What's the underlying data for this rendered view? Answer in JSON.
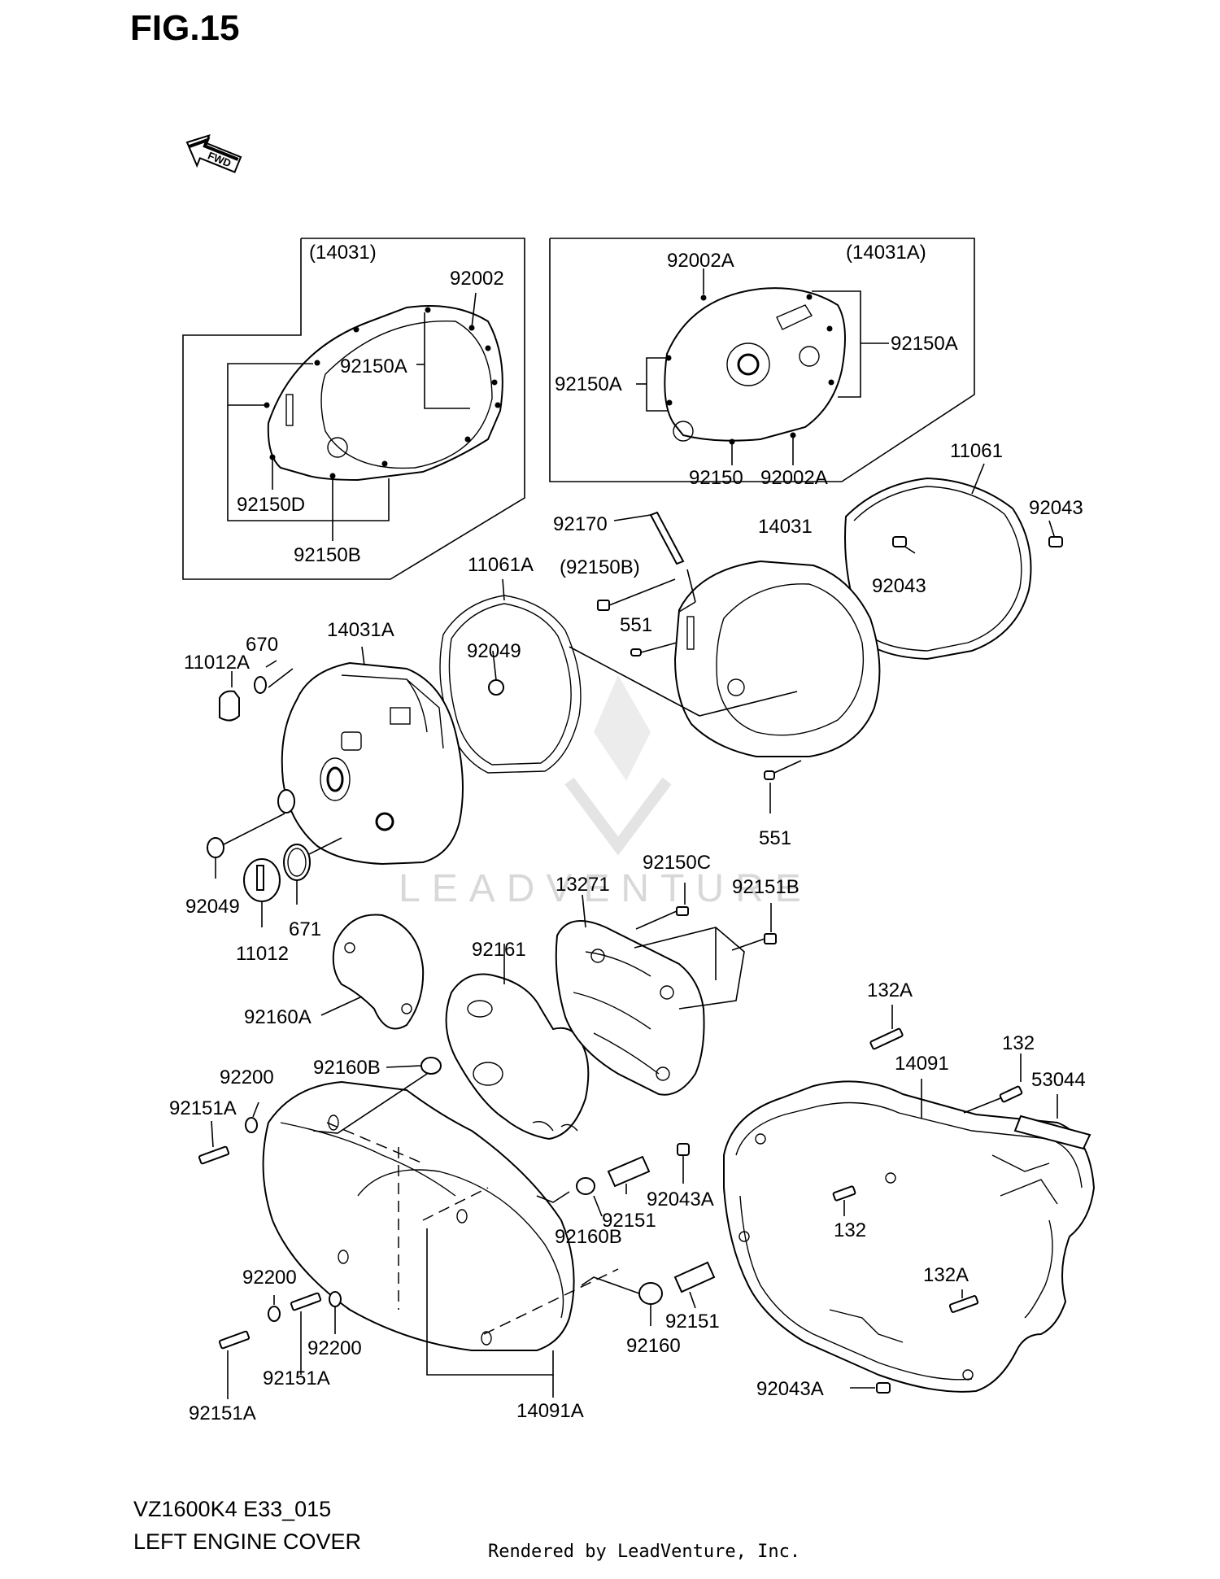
{
  "figure": {
    "title": "FIG.15"
  },
  "fwd_icon": {
    "label": "FWD",
    "icon": "fwd-arrow-icon"
  },
  "watermark": {
    "text": "LEADVENTURE"
  },
  "insets": {
    "left": {
      "header": "(14031)",
      "labels": [
        "92002",
        "92150A",
        "92150D",
        "92150B"
      ]
    },
    "right": {
      "header": "(14031A)",
      "labels": [
        "92002A",
        "92150A",
        "92150A",
        "92150",
        "92002A"
      ]
    }
  },
  "callouts": [
    "11061",
    "92043",
    "14031",
    "92170",
    "(92150B)",
    "92043",
    "551",
    "11061A",
    "92049",
    "670",
    "14031A",
    "11012A",
    "551",
    "92049",
    "671",
    "11012",
    "92150C",
    "13271",
    "92151B",
    "92161",
    "92160A",
    "132A",
    "132",
    "14091",
    "53044",
    "92200",
    "92160B",
    "92151A",
    "92043A",
    "92151",
    "92160B",
    "132",
    "132A",
    "92200",
    "92151",
    "92160",
    "92151A",
    "92200",
    "92151A",
    "14091A",
    "92043A"
  ],
  "footer": {
    "model": "VZ1600K4 E33_015",
    "caption": "LEFT ENGINE COVER",
    "rendered_by": "Rendered by LeadVenture, Inc."
  }
}
